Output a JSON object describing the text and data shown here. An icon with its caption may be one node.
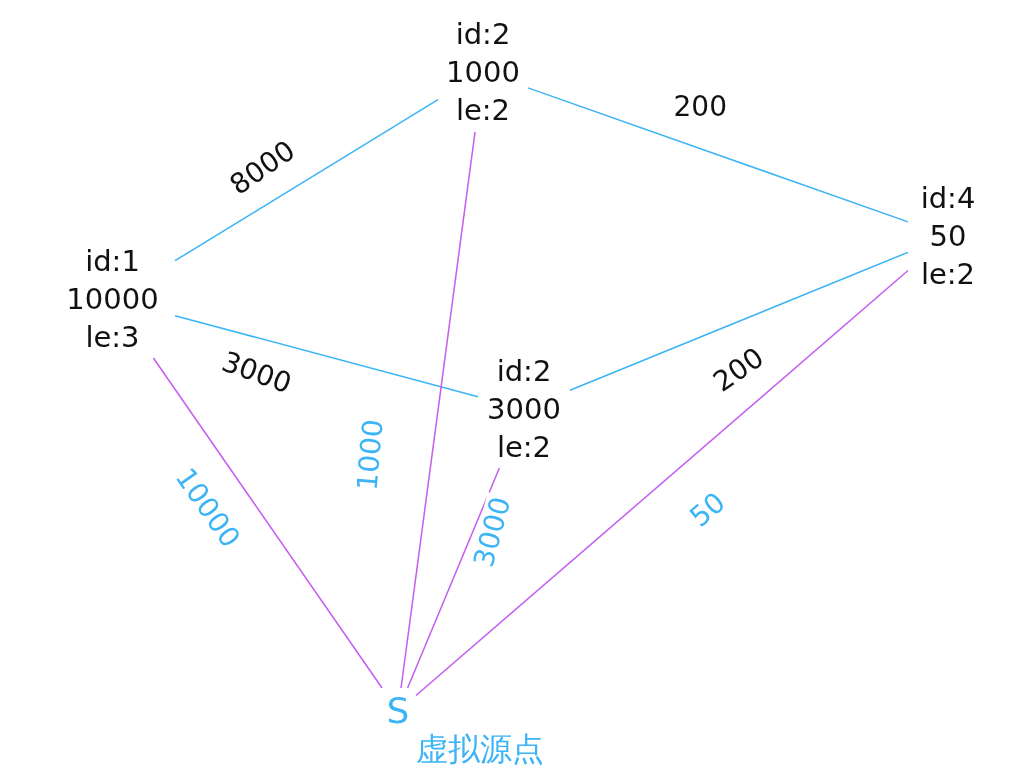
{
  "diagram": {
    "nodes": [
      {
        "text": [
          "id:1",
          "10000",
          "le:3"
        ]
      },
      {
        "text": [
          "id:2",
          "1000",
          "le:2"
        ]
      },
      {
        "text": [
          "id:2",
          "3000",
          "le:2"
        ]
      },
      {
        "text": [
          "id:4",
          "50",
          "le:2"
        ]
      },
      {
        "text": [
          "S"
        ],
        "beside": [
          "虚拟源点"
        ]
      }
    ],
    "edges": [
      {
        "from": 0,
        "to": 1,
        "arrow": "none",
        "label": "8000"
      },
      {
        "from": 1,
        "to": 3,
        "arrow": "none",
        "label": "200"
      },
      {
        "from": 0,
        "to": 2,
        "arrow": "none",
        "label": "3000"
      },
      {
        "from": 2,
        "to": 3,
        "arrow": "none",
        "label": "200"
      },
      {
        "from": 4,
        "to": 0,
        "arrow": "none",
        "label": "10000",
        "color": "#c45cf0"
      },
      {
        "from": 4,
        "to": 1,
        "arrow": "none",
        "label": "1000",
        "color": "#c45cf0"
      },
      {
        "from": 4,
        "to": 2,
        "arrow": "none",
        "label": "3000",
        "color": "#c45cf0"
      },
      {
        "from": 4,
        "to": 3,
        "arrow": "none",
        "label": "50",
        "color": "#c45cf0"
      }
    ]
  }
}
